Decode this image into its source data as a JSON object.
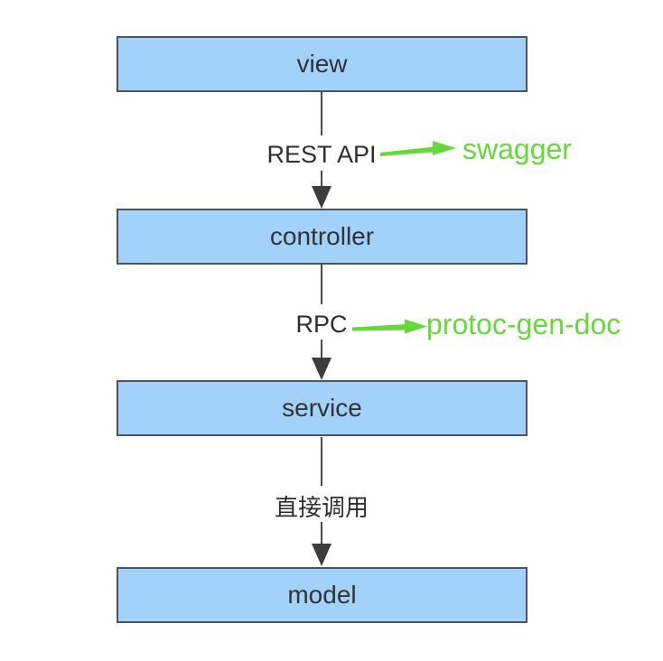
{
  "colors": {
    "background": "#ffffff",
    "box_fill": "#a2d2fa",
    "box_border": "#4d545c",
    "line": "#4a4a4a",
    "arrowhead": "#3d3d3d",
    "annotation_green": "#67d83a",
    "text": "#333333"
  },
  "diagram": {
    "layers": [
      {
        "id": "view",
        "label": "view"
      },
      {
        "id": "controller",
        "label": "controller"
      },
      {
        "id": "service",
        "label": "service"
      },
      {
        "id": "model",
        "label": "model"
      }
    ],
    "connectors": [
      {
        "from": "view",
        "to": "controller",
        "label": "REST API",
        "annotation": "swagger"
      },
      {
        "from": "controller",
        "to": "service",
        "label": "RPC",
        "annotation": "protoc-gen-doc"
      },
      {
        "from": "service",
        "to": "model",
        "label": "直接调用",
        "annotation": ""
      }
    ]
  }
}
